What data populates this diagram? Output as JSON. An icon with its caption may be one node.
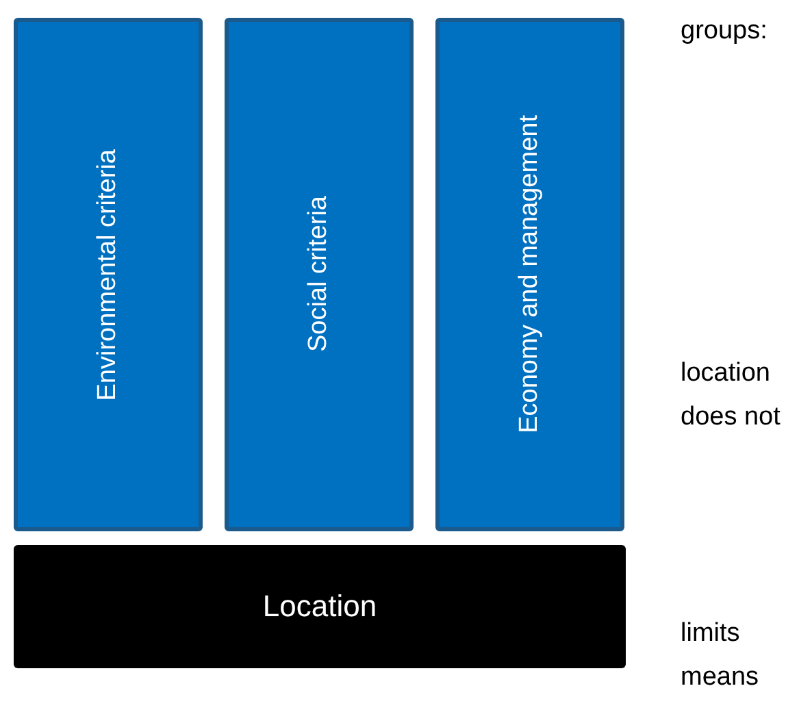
{
  "diagram": {
    "nodes": [
      {
        "text": [
          "Environmental criteria"
        ]
      },
      {
        "text": [
          "Social criteria"
        ]
      },
      {
        "text": [
          "Economy and management"
        ]
      },
      {
        "text": [
          "Location"
        ]
      }
    ],
    "labels": [
      "groups:",
      "location",
      "does not",
      "limits",
      "means"
    ]
  }
}
